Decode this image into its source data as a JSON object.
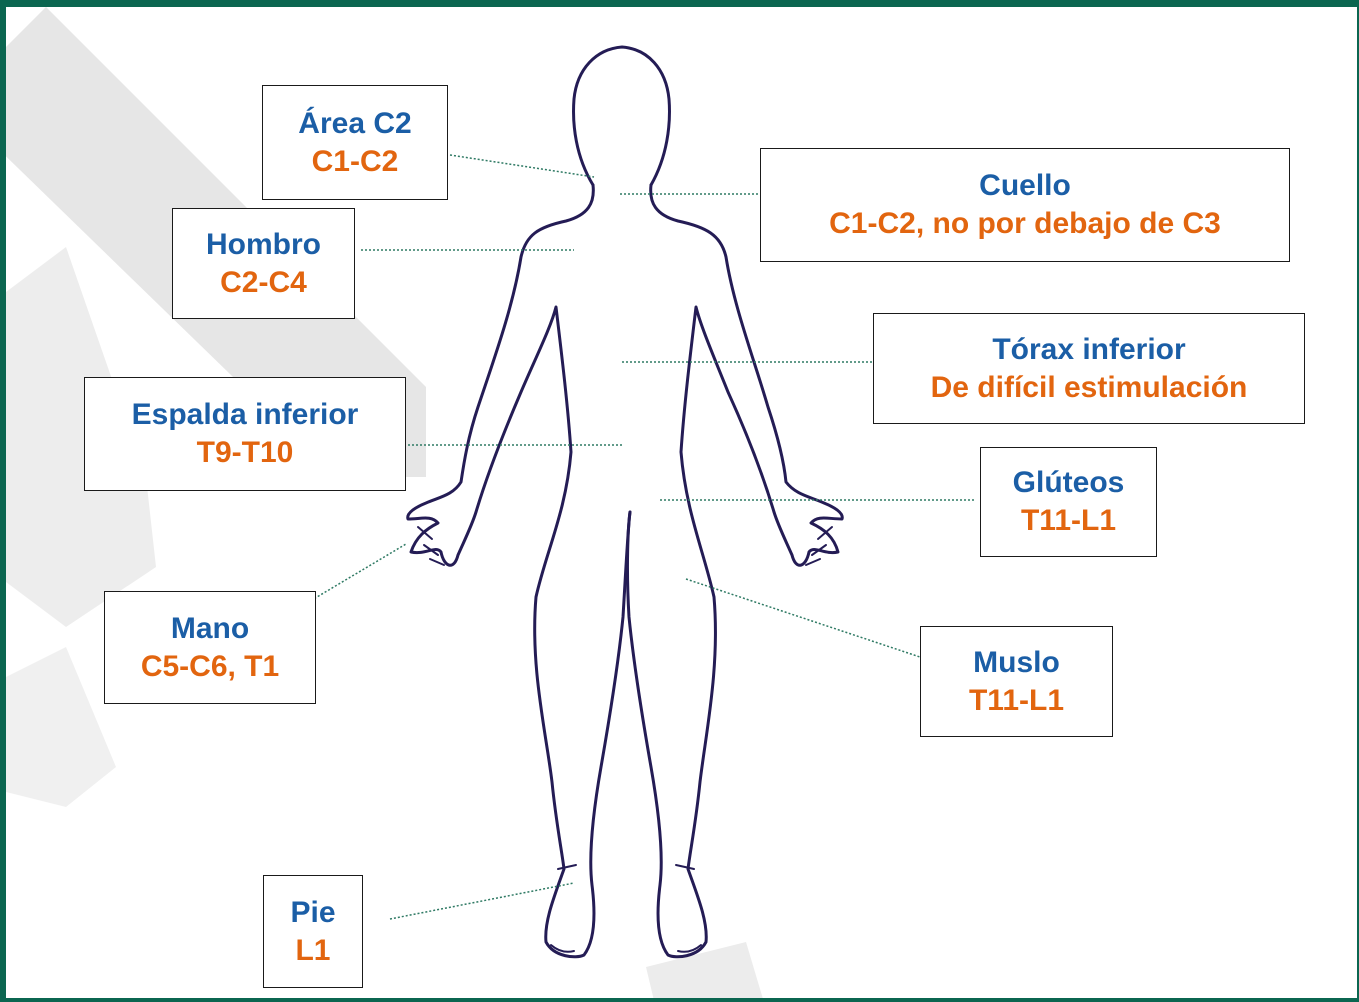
{
  "colors": {
    "frame": "#0b6650",
    "region": "#1b5ea6",
    "segment": "#e2650f",
    "outline": "#241c55",
    "leader": "#2f7a64",
    "background_swoosh": "#d9d9d9"
  },
  "labels": [
    {
      "id": "area-c2",
      "region": "Área C2",
      "segments": "C1-C2"
    },
    {
      "id": "cuello",
      "region": "Cuello",
      "segments": "C1-C2, no por debajo de C3"
    },
    {
      "id": "hombro",
      "region": "Hombro",
      "segments": "C2-C4"
    },
    {
      "id": "torax-inferior",
      "region": "Tórax inferior",
      "segments": "De difícil estimulación"
    },
    {
      "id": "espalda-inferior",
      "region": "Espalda inferior",
      "segments": "T9-T10"
    },
    {
      "id": "gluteos",
      "region": "Glúteos",
      "segments": "T11-L1"
    },
    {
      "id": "mano",
      "region": "Mano",
      "segments": "C5-C6, T1"
    },
    {
      "id": "muslo",
      "region": "Muslo",
      "segments": "T11-L1"
    },
    {
      "id": "pie",
      "region": "Pie",
      "segments": "L1"
    }
  ]
}
